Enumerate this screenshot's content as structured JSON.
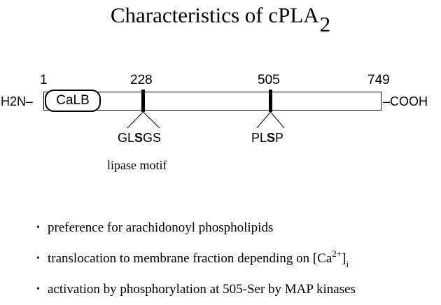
{
  "title": {
    "text": "Characteristics of cPLA",
    "subscript": "2"
  },
  "diagram": {
    "n_terminus": "H2N–",
    "c_terminus": "–COOH",
    "domain_label": "CaLB",
    "positions": [
      "1",
      "228",
      "505",
      "749"
    ],
    "motif_228": {
      "prefix": "GL",
      "highlight": "S",
      "suffix": "GS",
      "caption": "lipase motif"
    },
    "motif_505": {
      "prefix": "PL",
      "highlight": "S",
      "suffix": "P"
    }
  },
  "bullets": {
    "marker": "•",
    "item1": "preference for arachidonoyl phospholipids",
    "item2_text": "translocation to membrane fraction depending on [Ca",
    "item2_sup": "2+",
    "item2_close": "]",
    "item2_sub": "i",
    "item3": "activation by phosphorylation at 505-Ser by MAP kinases"
  }
}
